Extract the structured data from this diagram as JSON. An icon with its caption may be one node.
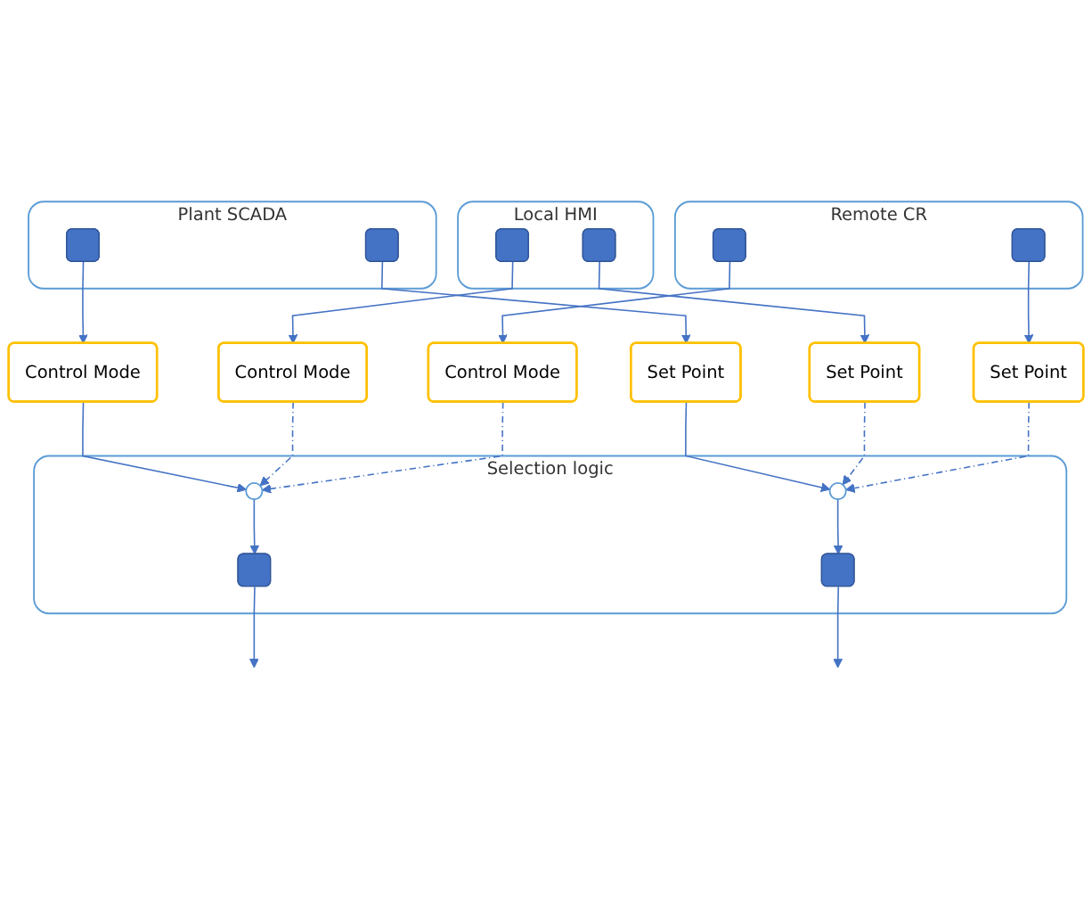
{
  "diagram": {
    "nodes": [
      {
        "text": [
          "Plant SCADA"
        ]
      },
      {
        "text": [],
        "shape": "box",
        "in": 0
      },
      {
        "text": [],
        "shape": "box",
        "in": 0
      },
      {
        "text": [
          "Local HMI"
        ]
      },
      {
        "text": [],
        "shape": "box",
        "in": 3
      },
      {
        "text": [],
        "shape": "box",
        "in": 3
      },
      {
        "text": [
          "Remote CR"
        ]
      },
      {
        "text": [],
        "shape": "box",
        "in": 6
      },
      {
        "text": [],
        "shape": "box",
        "in": 6
      },
      {
        "text": [
          "Control Mode"
        ]
      },
      {
        "text": [
          "Set Point"
        ]
      },
      {
        "text": [
          "Control Mode"
        ]
      },
      {
        "text": [
          "Set Point"
        ]
      },
      {
        "text": [
          "Control Mode"
        ]
      },
      {
        "text": [
          "Set Point"
        ]
      },
      {
        "text": [
          "Selection logic"
        ]
      },
      {
        "text": [],
        "shape": "circle",
        "in": 15
      },
      {
        "text": [],
        "shape": "circle",
        "in": 15
      },
      {
        "text": [],
        "shape": "box",
        "in": 15
      },
      {
        "text": [],
        "shape": "box",
        "in": 15
      }
    ],
    "edges": [
      {
        "from": 1,
        "to": 9,
        "arrow": "to"
      },
      {
        "from": 2,
        "to": 10,
        "arrow": "to"
      },
      {
        "from": 4,
        "to": 11,
        "arrow": "to"
      },
      {
        "from": 5,
        "to": 12,
        "arrow": "to"
      },
      {
        "from": 7,
        "to": 13,
        "arrow": "to"
      },
      {
        "from": 8,
        "to": 14,
        "arrow": "to"
      },
      {
        "from": 9,
        "to": 16,
        "arrow": "to"
      },
      {
        "from": 10,
        "to": 17,
        "arrow": "to"
      },
      {
        "from": 11,
        "to": 16,
        "arrow": "to",
        "style": "dashed"
      },
      {
        "from": 12,
        "to": 17,
        "arrow": "to",
        "style": "dashed"
      },
      {
        "from": 13,
        "to": 16,
        "arrow": "to",
        "style": "dashed"
      },
      {
        "from": 14,
        "to": 17,
        "arrow": "to",
        "style": "dashed"
      },
      {
        "from": 16,
        "to": 18,
        "arrow": "to"
      },
      {
        "from": 17,
        "to": 19,
        "arrow": "to"
      },
      {
        "from": 18,
        "to": null,
        "arrow": "to"
      },
      {
        "from": 19,
        "to": null,
        "arrow": "to"
      }
    ]
  }
}
